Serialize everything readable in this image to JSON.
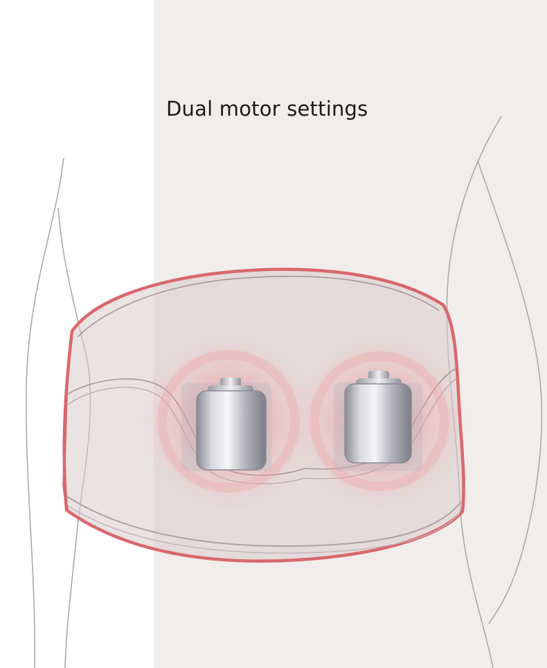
{
  "caption": "Dual motor settings",
  "colors": {
    "panel_background": "#f1edea",
    "body_outline": "#a8a8a8",
    "belt_outline": "#d9676d",
    "belt_fill": "#ddd0d0",
    "vibration_glow": "#f08080",
    "motor_metal": "#c8c8cc"
  },
  "figure": {
    "subject": "waist massage belt on torso",
    "motors": [
      {
        "name": "left-motor"
      },
      {
        "name": "right-motor"
      }
    ]
  }
}
